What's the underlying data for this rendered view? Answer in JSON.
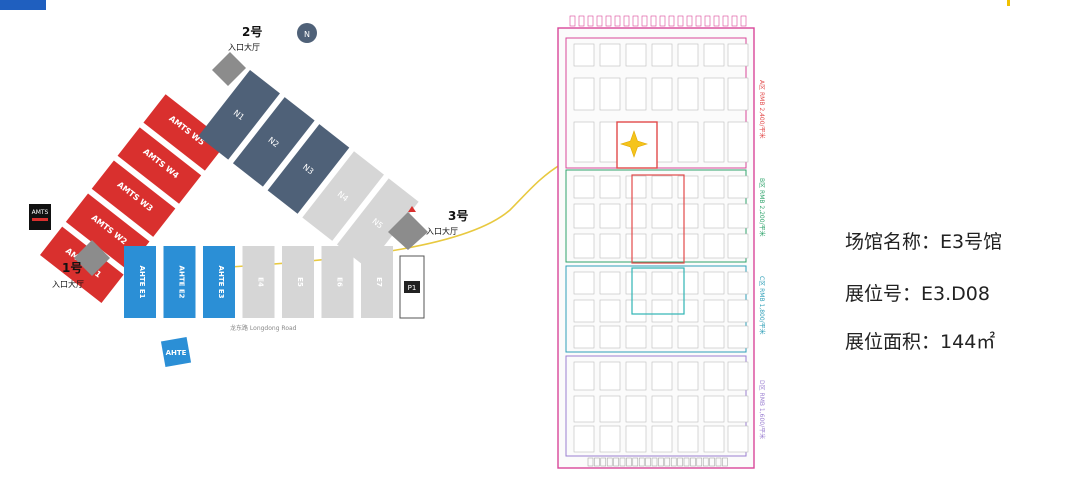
{
  "venue_map": {
    "halls_west": [
      "AMTS W1",
      "AMTS W2",
      "AMTS W3",
      "AMTS W4",
      "AMTS W5"
    ],
    "halls_north": [
      "N1",
      "N2",
      "N3",
      "N4",
      "N5"
    ],
    "halls_east": [
      "AHTE E1",
      "AHTE E2",
      "AHTE E3",
      "E4",
      "E5",
      "E6",
      "E7"
    ],
    "gate_block_label": "P1",
    "entrances": [
      {
        "number": "1号",
        "label": "入口大厅"
      },
      {
        "number": "2号",
        "label": "入口大厅"
      },
      {
        "number": "3号",
        "label": "入口大厅"
      }
    ],
    "road_label": "龙东路  Longdong Road",
    "brand_amts": "AMTS",
    "brand_ahte": "AHTE",
    "colors": {
      "amts": "#d9302e",
      "north": "#4f6178",
      "ahte": "#2b8fd6",
      "grey": "#d6d6d6",
      "route": "#e8c940",
      "star": "#f5c41c"
    }
  },
  "floor_plan": {
    "zones": [
      {
        "label": "A区  RMB 2,400/平米",
        "color": "#e24a4a"
      },
      {
        "label": "B区  RMB 2,200/平米",
        "color": "#2fa36b"
      },
      {
        "label": "C区  RMB 1,800/平米",
        "color": "#2f9fb8"
      },
      {
        "label": "D区  RMB 1,600/平米",
        "color": "#9b7fd1"
      }
    ],
    "frame_color": "#d9479a"
  },
  "booth_info": {
    "hall_label": "场馆名称：",
    "hall_value": "E3号馆",
    "booth_label": "展位号：",
    "booth_value": "E3.D08",
    "area_label": "展位面积：",
    "area_value": "144㎡"
  }
}
